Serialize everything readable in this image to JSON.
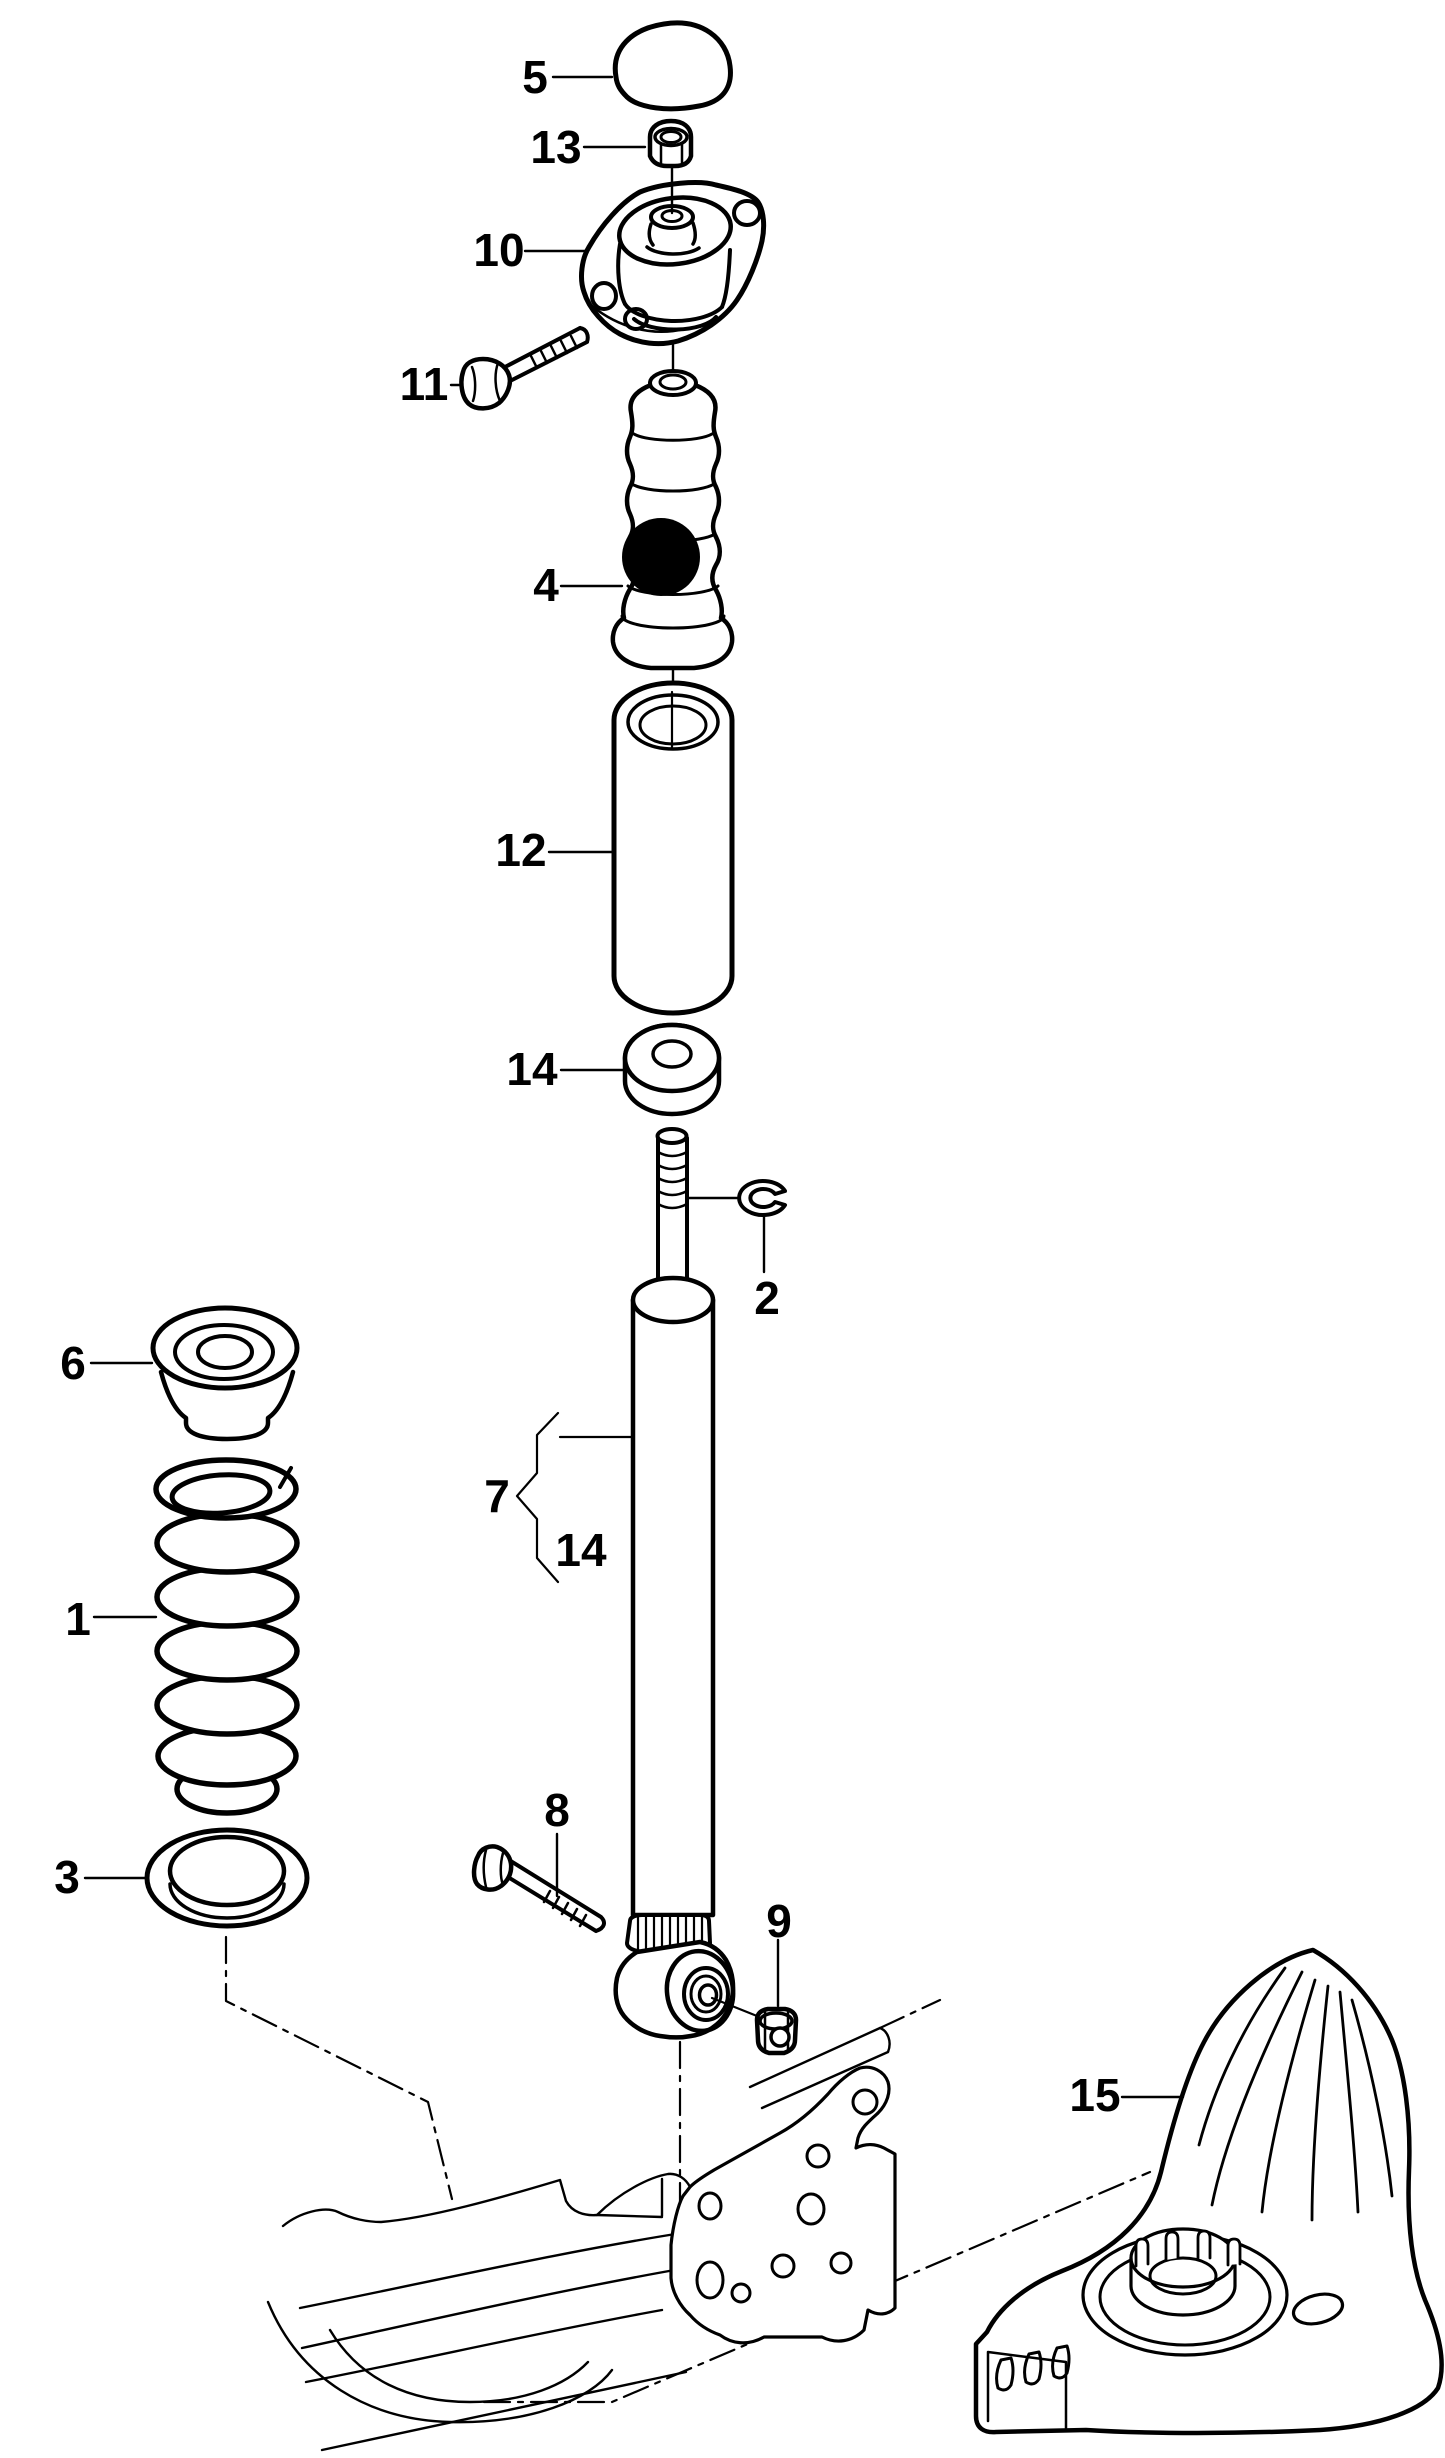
{
  "figure": {
    "kind": "exploded-parts-diagram",
    "subject": "rear suspension shock absorber, coil spring and mounting parts",
    "background_color": "#ffffff",
    "line_color": "#000000",
    "highlight_marker_color": "#000000"
  },
  "callouts": [
    {
      "label": "5"
    },
    {
      "label": "13"
    },
    {
      "label": "10"
    },
    {
      "label": "11"
    },
    {
      "label": "4"
    },
    {
      "label": "12"
    },
    {
      "label": "14"
    },
    {
      "label": "2"
    },
    {
      "label": "6"
    },
    {
      "label": "1"
    },
    {
      "label": "3"
    },
    {
      "label": "7"
    },
    {
      "label": "14"
    },
    {
      "label": "8"
    },
    {
      "label": "9"
    },
    {
      "label": "15"
    }
  ]
}
